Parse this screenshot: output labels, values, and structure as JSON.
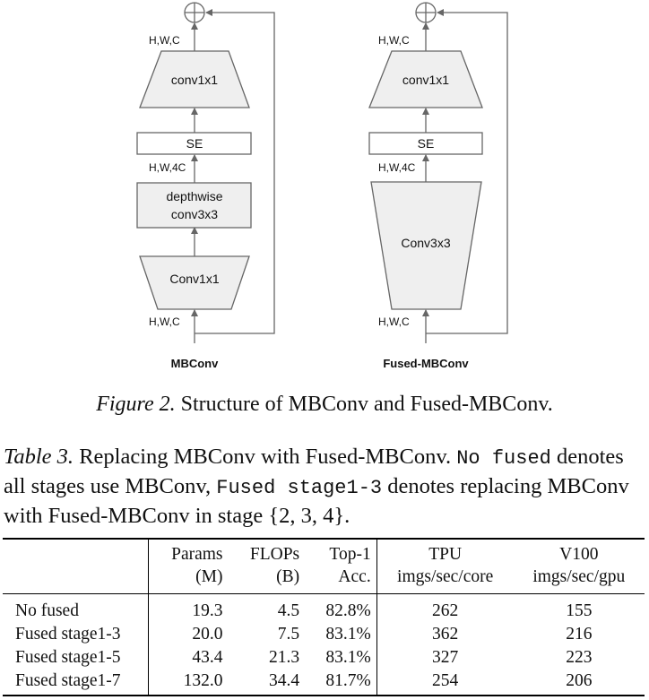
{
  "figure": {
    "mbconv": {
      "title": "MBConv",
      "dim_top": "H,W,C",
      "block_top": "conv1x1",
      "se": "SE",
      "dim_mid": "H,W,4C",
      "depthwise_line1": "depthwise",
      "depthwise_line2": "conv3x3",
      "block_bottom": "Conv1x1",
      "dim_bottom": "H,W,C"
    },
    "fused": {
      "title": "Fused-MBConv",
      "dim_top": "H,W,C",
      "block_top": "conv1x1",
      "se": "SE",
      "dim_mid": "H,W,4C",
      "block_conv": "Conv3x3",
      "dim_bottom": "H,W,C"
    },
    "add_symbol": "⊕",
    "colors": {
      "block_fill": "#efefef",
      "stroke": "#666666"
    }
  },
  "figure_caption": {
    "label": "Figure 2.",
    "text": " Structure of MBConv and Fused-MBConv."
  },
  "table_caption": {
    "label": "Table 3.",
    "part1": " Replacing MBConv with Fused-MBConv. ",
    "code1": "No fused",
    "part2": " denotes all stages use MBConv, ",
    "code2": "Fused stage1-3",
    "part3": " denotes replacing MBConv with Fused-MBConv in stage {2, 3, 4}."
  },
  "table": {
    "headers": {
      "params_1": "Params",
      "params_2": "(M)",
      "flops_1": "FLOPs",
      "flops_2": "(B)",
      "top1_1": "Top-1",
      "top1_2": "Acc.",
      "tpu_1": "TPU",
      "tpu_2": "imgs/sec/core",
      "v100_1": "V100",
      "v100_2": "imgs/sec/gpu"
    },
    "rows": [
      {
        "method": "No fused",
        "params": "19.3",
        "flops": "4.5",
        "top1": "82.8%",
        "tpu": "262",
        "v100": "155"
      },
      {
        "method": "Fused stage1-3",
        "params": "20.0",
        "flops": "7.5",
        "top1": "83.1%",
        "tpu": "362",
        "v100": "216"
      },
      {
        "method": "Fused stage1-5",
        "params": "43.4",
        "flops": "21.3",
        "top1": "83.1%",
        "tpu": "327",
        "v100": "223"
      },
      {
        "method": "Fused stage1-7",
        "params": "132.0",
        "flops": "34.4",
        "top1": "81.7%",
        "tpu": "254",
        "v100": "206"
      }
    ]
  }
}
